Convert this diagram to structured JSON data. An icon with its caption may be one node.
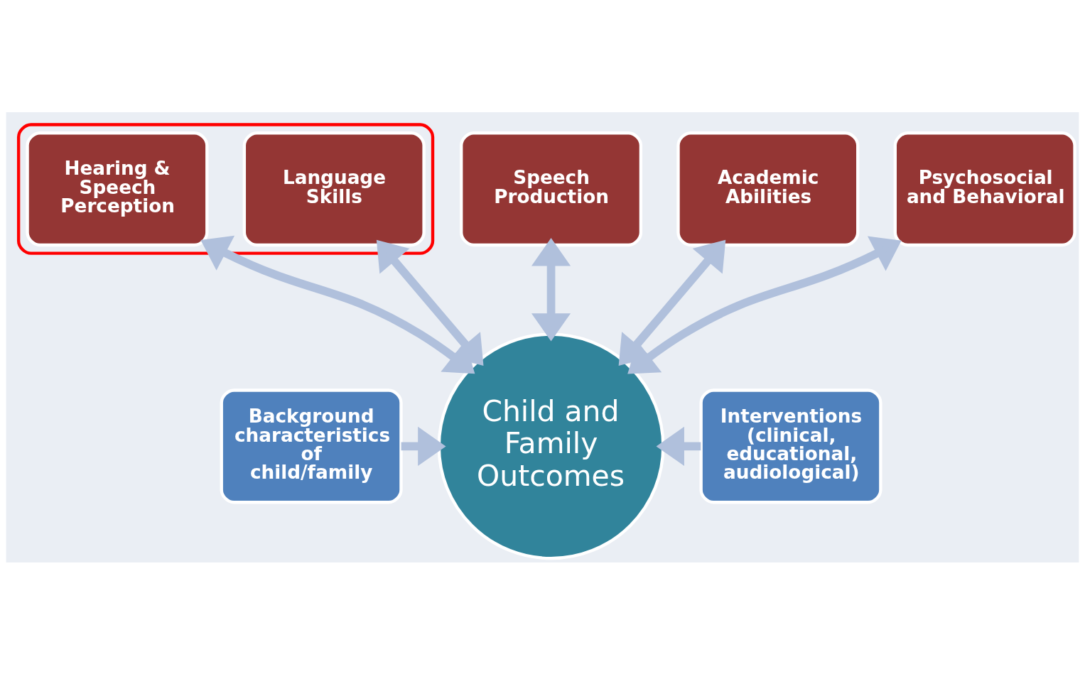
{
  "diagram": {
    "nodes": [
      {
        "text": [],
        "shape": "ellipse"
      },
      {
        "text": [
          "Language Skills"
        ],
        "in": 0
      },
      {
        "text": [
          "Speech Production"
        ]
      },
      {
        "text": [
          "Academic Abilities"
        ]
      },
      {
        "text": [
          "Hearing & Speech Perception"
        ],
        "in": 0
      },
      {
        "text": [
          "Psychosocial and Behavioral"
        ]
      },
      {
        "text": [
          "Background characteristics of child/family"
        ]
      },
      {
        "text": [
          "Child and Family Outcomes"
        ]
      },
      {
        "text": [
          "Interventions (clinical, educational, audiological)"
        ]
      }
    ],
    "edges": [
      {
        "from": 7,
        "to": 1,
        "arrow": "both"
      },
      {
        "from": 7,
        "to": 2,
        "arrow": "both"
      },
      {
        "from": 7,
        "to": 3,
        "arrow": "both"
      },
      {
        "from": 7,
        "to": 4,
        "arrow": "both"
      },
      {
        "from": 7,
        "to": 5,
        "arrow": "both"
      },
      {
        "from": 6,
        "to": 7,
        "arrow": "to"
      },
      {
        "from": 8,
        "to": 7,
        "arrow": "to"
      }
    ]
  }
}
